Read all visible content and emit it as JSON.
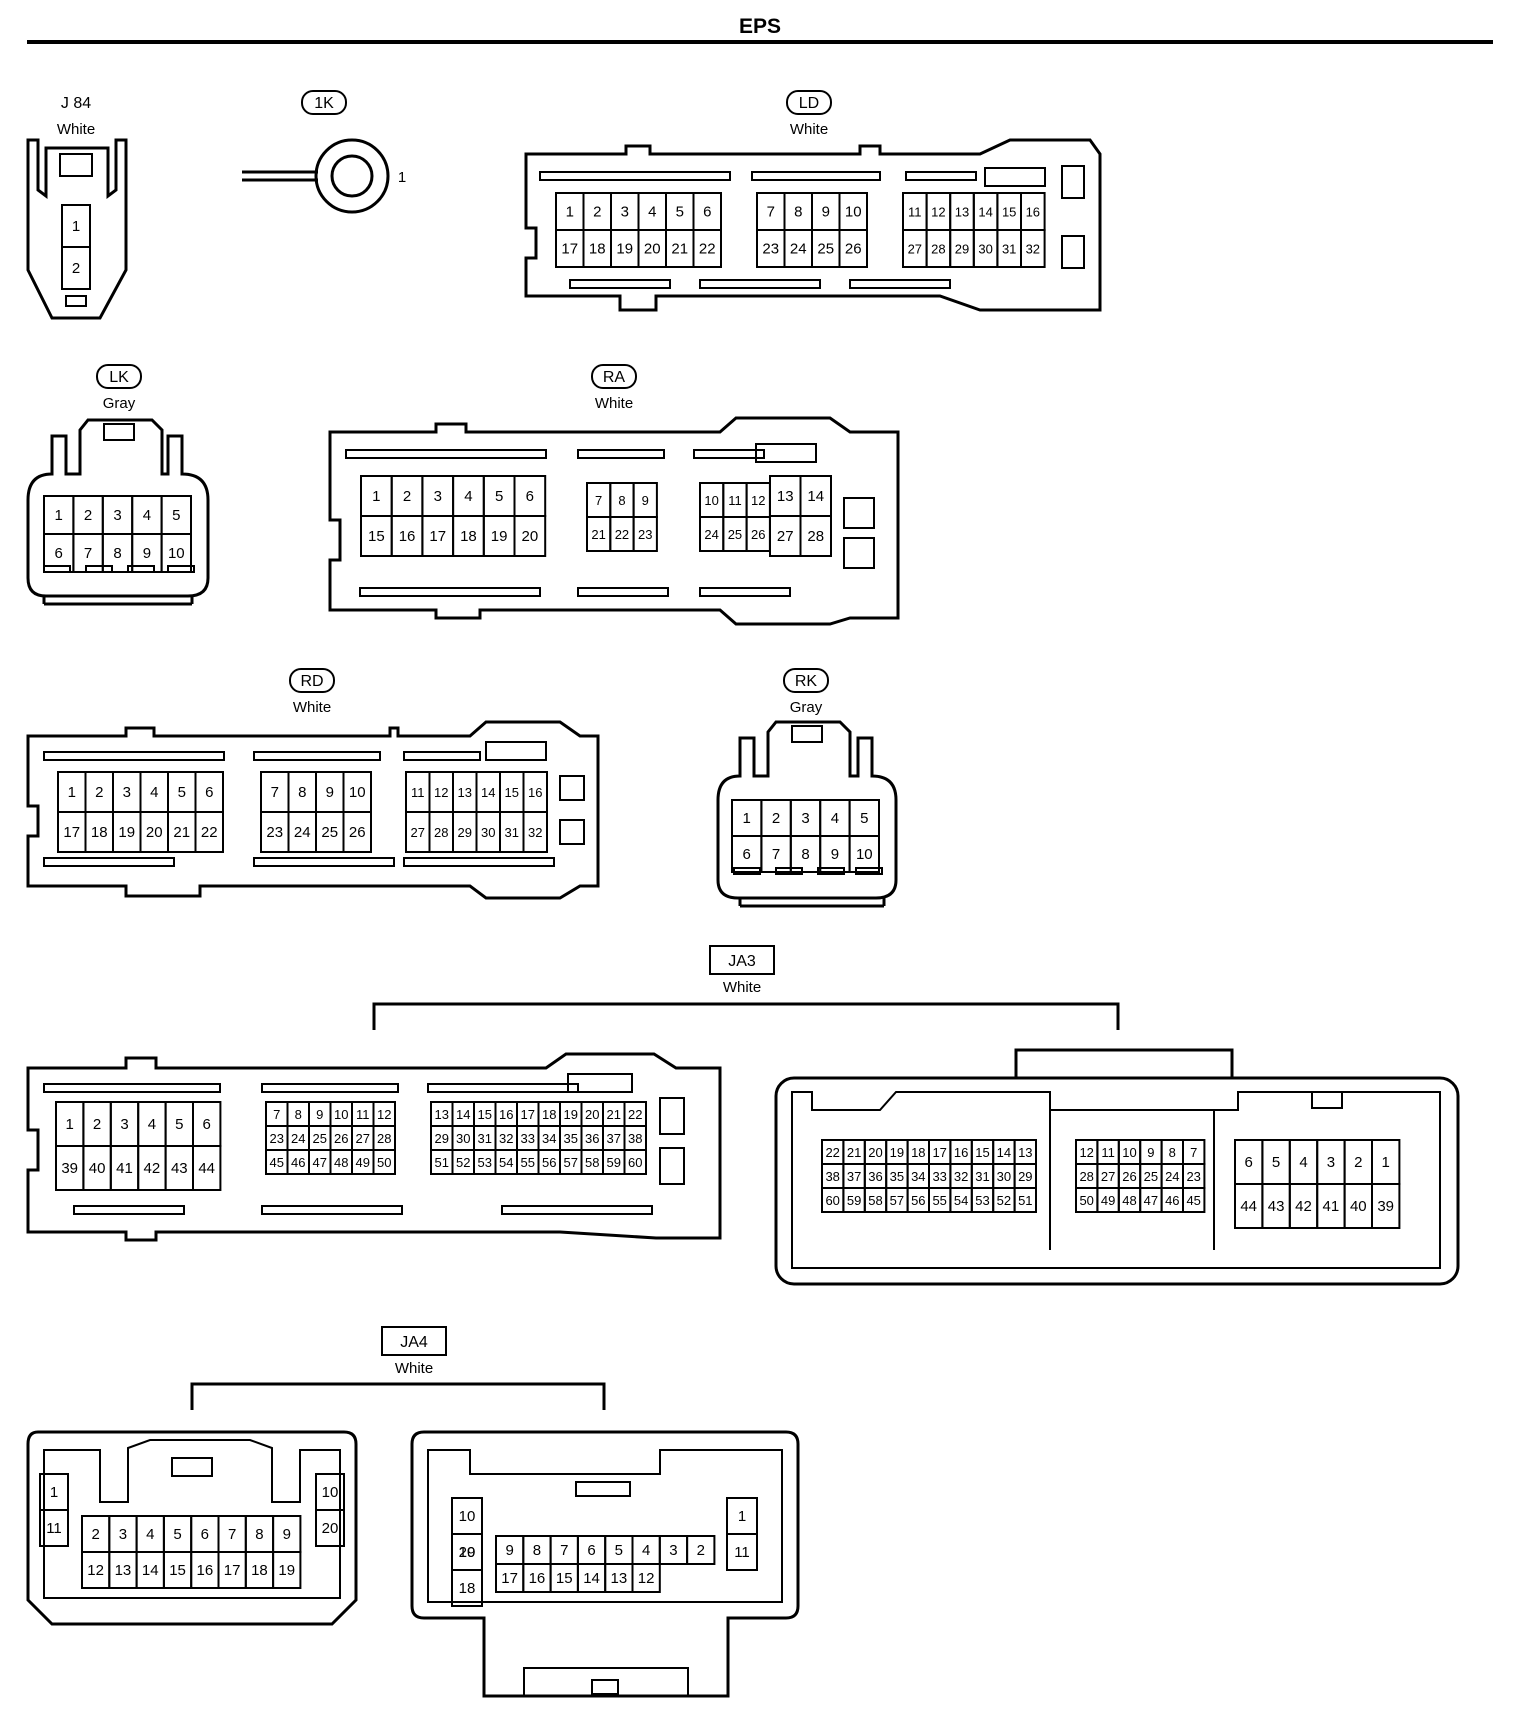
{
  "title": "EPS",
  "connectors": [
    {
      "id": "j84",
      "code": "J 84",
      "color": "White",
      "code_style": "plain",
      "pins": [
        "1",
        "2"
      ]
    },
    {
      "id": "1k",
      "code": "1K",
      "color": "",
      "code_style": "oval",
      "pins": [
        "1"
      ]
    },
    {
      "id": "ld",
      "code": "LD",
      "color": "White",
      "code_style": "oval",
      "rows": [
        [
          "1",
          "2",
          "3",
          "4",
          "5",
          "6",
          "7",
          "8",
          "9",
          "10",
          "11",
          "12",
          "13",
          "14",
          "15",
          "16"
        ],
        [
          "17",
          "18",
          "19",
          "20",
          "21",
          "22",
          "23",
          "24",
          "25",
          "26",
          "27",
          "28",
          "29",
          "30",
          "31",
          "32"
        ]
      ]
    },
    {
      "id": "lk",
      "code": "LK",
      "color": "Gray",
      "code_style": "oval",
      "rows": [
        [
          "1",
          "2",
          "3",
          "4",
          "5"
        ],
        [
          "6",
          "7",
          "8",
          "9",
          "10"
        ]
      ]
    },
    {
      "id": "ra",
      "code": "RA",
      "color": "White",
      "code_style": "oval",
      "rows": [
        [
          "1",
          "2",
          "3",
          "4",
          "5",
          "6",
          "7",
          "8",
          "9",
          "10",
          "11",
          "12",
          "13",
          "14"
        ],
        [
          "15",
          "16",
          "17",
          "18",
          "19",
          "20",
          "21",
          "22",
          "23",
          "24",
          "25",
          "26",
          "27",
          "28"
        ]
      ]
    },
    {
      "id": "rd",
      "code": "RD",
      "color": "White",
      "code_style": "oval",
      "rows": [
        [
          "1",
          "2",
          "3",
          "4",
          "5",
          "6",
          "7",
          "8",
          "9",
          "10",
          "11",
          "12",
          "13",
          "14",
          "15",
          "16"
        ],
        [
          "17",
          "18",
          "19",
          "20",
          "21",
          "22",
          "23",
          "24",
          "25",
          "26",
          "27",
          "28",
          "29",
          "30",
          "31",
          "32"
        ]
      ]
    },
    {
      "id": "rk",
      "code": "RK",
      "color": "Gray",
      "code_style": "oval",
      "rows": [
        [
          "1",
          "2",
          "3",
          "4",
          "5"
        ],
        [
          "6",
          "7",
          "8",
          "9",
          "10"
        ]
      ]
    },
    {
      "id": "ja3",
      "code": "JA3",
      "color": "White",
      "code_style": "box",
      "left": {
        "rows": [
          [
            "1",
            "2",
            "3",
            "4",
            "5",
            "6",
            "7",
            "8",
            "9",
            "10",
            "11",
            "12",
            "13",
            "14",
            "15",
            "16",
            "17",
            "18",
            "19",
            "20",
            "21",
            "22"
          ],
          [
            "39",
            "40",
            "41",
            "42",
            "43",
            "44",
            "23",
            "24",
            "25",
            "26",
            "27",
            "28",
            "29",
            "30",
            "31",
            "32",
            "33",
            "34",
            "35",
            "36",
            "37",
            "38"
          ],
          [
            "45",
            "46",
            "47",
            "48",
            "49",
            "50",
            "51",
            "52",
            "53",
            "54",
            "55",
            "56",
            "57",
            "58",
            "59",
            "60"
          ]
        ]
      },
      "right": {
        "rows": [
          [
            "22",
            "21",
            "20",
            "19",
            "18",
            "17",
            "16",
            "15",
            "14",
            "13",
            "12",
            "11",
            "10",
            "9",
            "8",
            "7",
            "6",
            "5",
            "4",
            "3",
            "2",
            "1"
          ],
          [
            "38",
            "37",
            "36",
            "35",
            "34",
            "33",
            "32",
            "31",
            "30",
            "29",
            "28",
            "27",
            "26",
            "25",
            "24",
            "23",
            "44",
            "43",
            "42",
            "41",
            "40",
            "39"
          ],
          [
            "60",
            "59",
            "58",
            "57",
            "56",
            "55",
            "54",
            "53",
            "52",
            "51",
            "50",
            "49",
            "48",
            "47",
            "46",
            "45"
          ]
        ]
      }
    },
    {
      "id": "ja4",
      "code": "JA4",
      "color": "White",
      "code_style": "box",
      "left": {
        "rows": [
          [
            "1",
            "10",
            "2",
            "3",
            "4",
            "5",
            "6",
            "7",
            "8",
            "9"
          ],
          [
            "11",
            "20",
            "12",
            "13",
            "14",
            "15",
            "16",
            "17",
            "18",
            "19"
          ]
        ]
      },
      "right": {
        "rows": [
          [
            "10",
            "20",
            "9",
            "8",
            "7",
            "6",
            "5",
            "4",
            "3",
            "2",
            "1",
            "11"
          ],
          [
            "19",
            "18",
            "17",
            "16",
            "15",
            "14",
            "13",
            "12"
          ]
        ]
      }
    }
  ]
}
